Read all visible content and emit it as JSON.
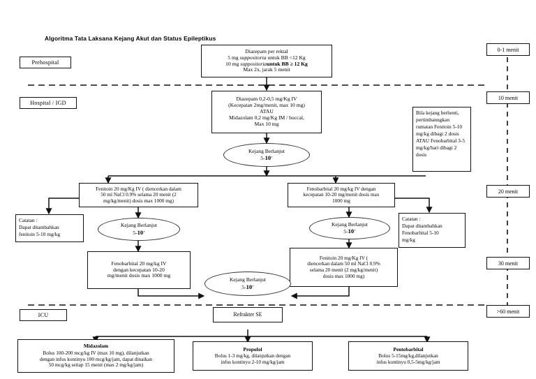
{
  "title": "Algoritma Tata Laksana Kejang Akut dan Status Epileptikus",
  "phases": [
    {
      "id": "prehospital",
      "label": "Prehospital"
    },
    {
      "id": "hospital-igd",
      "label": "Hospital / IGD"
    },
    {
      "id": "icu",
      "label": "ICU"
    }
  ],
  "timeline": [
    {
      "id": "t-0-1",
      "label": "0-1 menit"
    },
    {
      "id": "t-10",
      "label": "10 menit"
    },
    {
      "id": "t-20",
      "label": "20 menit"
    },
    {
      "id": "t-30",
      "label": "30 menit"
    },
    {
      "id": "t-60",
      "label": ">60 menit"
    }
  ],
  "steps": {
    "diazepam_rektal": {
      "l1": "Diazepam per rektal",
      "l2a": "5 mg ",
      "l2b": "suppositoria",
      "l2c": " untuk BB <12 Kg",
      "l3a": "10 mg ",
      "l3b": "suppositoria",
      "l3c": "untuk BB ≥ 12 Kg",
      "l4": "Max 2x, jarak 5 menit"
    },
    "diazepam_iv": {
      "l1": "Diazepam 0,2-0,5 mg/Kg IV",
      "l2": "(Kecepatan 2mg/menit, max 10 mg)",
      "l3": "ATAU",
      "l4": "Midazolam 0,2 mg/Kg IM / buccal,",
      "l5": "Max 10 mg"
    },
    "fenitoin_left": {
      "l1": "Fenitoin 20 mg/Kg IV  ( diencerkan dalam",
      "l2": "50 ml NaCl 0.9% selama 20 menit (2",
      "l3": "mg/kg/menit) dosis max 1000 mg)"
    },
    "fenobarbital_right": {
      "l1": "Fenobarbital 20 mg/kg IV dengan",
      "l2": "kecepatan 10-20 mg/menit dosis max",
      "l3": "1000 mg"
    },
    "fenobarbital_left": {
      "l1": "Fenobarbital 20 mg/kg IV",
      "l2": "dengan kecepatan 10-20",
      "l3": "mg/menit dosis max 1000 mg"
    },
    "fenitoin_right": {
      "l1": "Fenitoin 20 mg/Kg IV          (",
      "l2": "diencerkan dalam 50 ml NaCl 0.9%",
      "l3": "selama 20 menit (2 mg/kg/menit)",
      "l4": "dosis max 1000 mg)"
    },
    "refrakter": {
      "label": "Refrakter SE"
    }
  },
  "ovals": {
    "kejang1": {
      "l1": "Kejang Berlanjut",
      "l2a": "5-",
      "l2b": "10",
      "l2c": "’"
    },
    "kejang2": {
      "l1": "Kejang Berlanjut",
      "l2a": "5-",
      "l2b": "10",
      "l2c": "’"
    },
    "kejang3": {
      "l1": "Kejang Berlanjut",
      "l2a": "5-",
      "l2b": "10",
      "l2c": "’"
    },
    "kejang4": {
      "l1": "Kejang Berlanjut",
      "l2a": "5-",
      "l2b": "10",
      "l2c": "’"
    }
  },
  "notes": {
    "bila_kejang_berhenti": "Bila kejang berhenti, pertimbanngkan rumatan Fenitoin 5-10 mg/kg dibagi 2 dosis ATAU Fenobarbital 3-5 mg/kg/hari dibagi 2 dosis",
    "catatan_kiri": {
      "l1": "Catatan :",
      "l2": "Dapat ditambahkan",
      "l3": "fenitoin 5-10 mg/kg"
    },
    "catatan_kanan": {
      "l1": "Catatan :",
      "l2": "Dapat ditambahkan",
      "l3": "Fenobarbital 5-10",
      "l4": "mg/kg"
    }
  },
  "icu_drugs": [
    {
      "id": "midazolam",
      "name": "Midazolam",
      "l1": "Bolus 100-200 mcg/kg IV (max 10 mg), dilanjutkan",
      "l2": "dengan infus kontinyu 100 mcg/kg/jam, dapat dinaikan",
      "l3": "50 mcg/kg setiap 15 menit (max 2 mg/kg/jam)"
    },
    {
      "id": "propofol",
      "name": "Propofol",
      "l1": "Bolus 1-3 mg/kg, dilanjutkan dengan",
      "l2": "infus kontinyu 2-10 mg/kg/jam",
      "l3": ""
    },
    {
      "id": "pentobarbital",
      "name": "Pentobarbital",
      "l1": "Bolus 5-15mg/kg,dilanjutkan",
      "l2": "infus kontinyu 0,5-5mg/kg/jam",
      "l3": ""
    }
  ],
  "colors": {
    "line": "#111111",
    "background": "#ffffff",
    "oval_stroke": "#333333"
  }
}
